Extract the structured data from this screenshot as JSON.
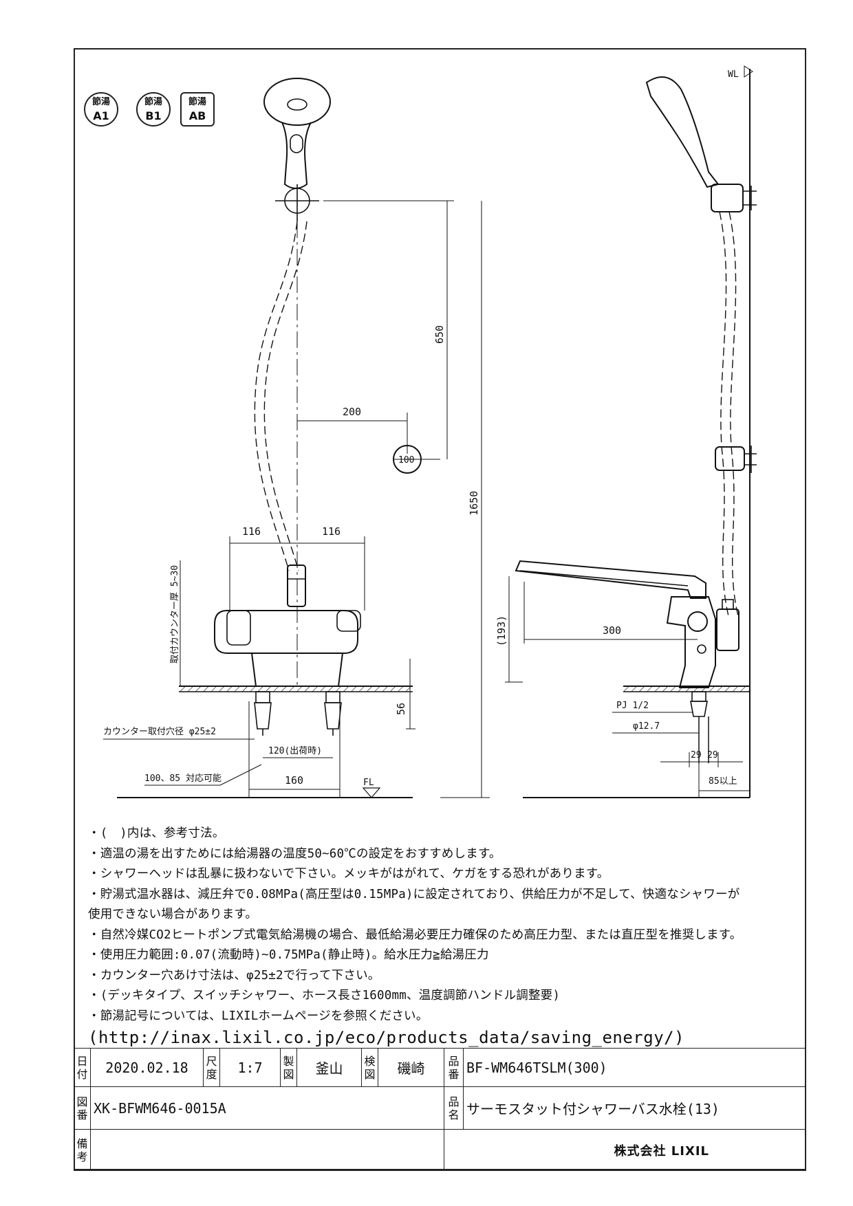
{
  "badges": [
    {
      "top": "節湯",
      "code": "A1",
      "shape": "round"
    },
    {
      "top": "節湯",
      "code": "B1",
      "shape": "round"
    },
    {
      "top": "節湯",
      "code": "AB",
      "shape": "square"
    }
  ],
  "dimensions": {
    "hose_vertical": "650",
    "total_height": "1650",
    "offset_200": "200",
    "left_116": "116",
    "right_116": "116",
    "counter_thickness": "取付カウンター厚 5~30",
    "depth_56": "56",
    "hole_dia": "カウンター取付穴径 φ25±2",
    "pitch_120": "120(出荷時)",
    "compat": "100、85 対応可能",
    "width_160": "160",
    "fl_label": "FL",
    "wl_label": "WL",
    "spout_height": "(193)",
    "spout_reach": "300",
    "pj": "PJ 1/2",
    "pipe_dia": "φ12.7",
    "pipe_29a": "29",
    "pipe_29b": "29",
    "min_85": "85以上",
    "holder_mark": "100"
  },
  "notes": [
    "・(　)内は、参考寸法。",
    "・適温の湯を出すためには給湯器の温度50~60℃の設定をおすすめします。",
    "・シャワーヘッドは乱暴に扱わないで下さい。メッキがはがれて、ケガをする恐れがあります。",
    "・貯湯式温水器は、減圧弁で0.08MPa(高圧型は0.15MPa)に設定されており、供給圧力が不足して、快適なシャワーが",
    "使用できない場合があります。",
    "・自然冷媒CO2ヒートポンプ式電気給湯機の場合、最低給湯必要圧力確保のため高圧力型、または直圧型を推奨します。",
    "・使用圧力範囲:0.07(流動時)~0.75MPa(静止時)。給水圧力≧給湯圧力",
    "・カウンター穴あけ寸法は、φ25±2で行って下さい。",
    "・(デッキタイプ、スイッチシャワー、ホース長さ1600mm、温度調節ハンドル調整要)",
    "・節湯記号については、LIXILホームページを参照ください。"
  ],
  "url": "(http://inax.lixil.co.jp/eco/products_data/saving_energy/)",
  "title_block": {
    "date_label": "日付",
    "date": "2020.02.18",
    "scale_label": "尺度",
    "scale": "1:7",
    "drawn_label": "製図",
    "drawn_by": "釜山",
    "checked_label": "検図",
    "checked_by": "磯崎",
    "product_no_label": "品番",
    "product_no": "BF-WM646TSLM(300)",
    "drawing_no_label": "図番",
    "drawing_no": "XK-BFWM646-0015A",
    "product_name_label": "品名",
    "product_name": "サーモスタット付シャワーバス水栓(13)",
    "remarks_label": "備考",
    "company": "株式会社 LIXIL"
  }
}
